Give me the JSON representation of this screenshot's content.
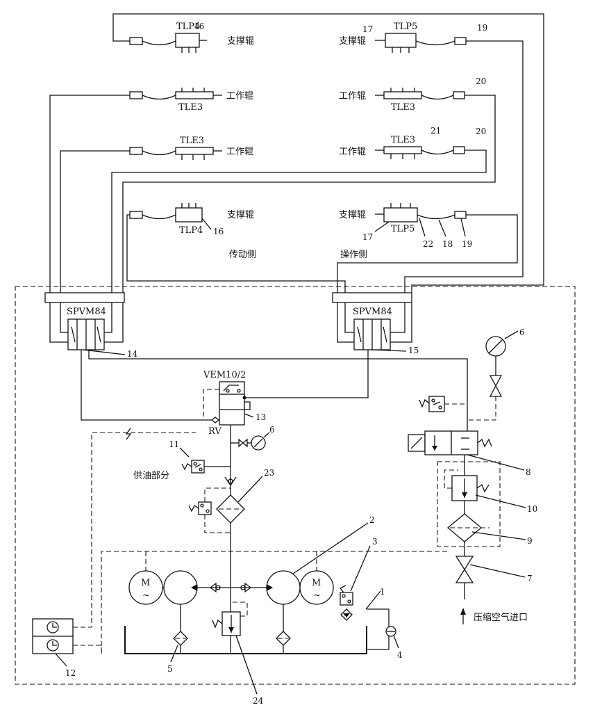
{
  "labels": {
    "tlp4": "TLP4",
    "tlp5": "TLP5",
    "tle3": "TLE3",
    "spvm84": "SPVM84",
    "vem": "VEM10/2",
    "rv": "RV",
    "motor": "M",
    "tilde": "~",
    "support_roll": "支撑辊",
    "work_roll": "工作辊",
    "drive_side": "传动侧",
    "operator_side": "操作侧",
    "oil_supply": "供油部分",
    "air_inlet": "压缩空气进口"
  },
  "callouts": {
    "n1": "1",
    "n2": "2",
    "n3": "3",
    "n4": "4",
    "n5": "5",
    "n6": "6",
    "n7": "7",
    "n8": "8",
    "n9": "9",
    "n10": "10",
    "n11": "11",
    "n12": "12",
    "n13": "13",
    "n14": "14",
    "n15": "15",
    "n16": "16",
    "n17": "17",
    "n18": "18",
    "n19": "19",
    "n20": "20",
    "n21": "21",
    "n22": "22",
    "n23": "23",
    "n24": "24"
  }
}
